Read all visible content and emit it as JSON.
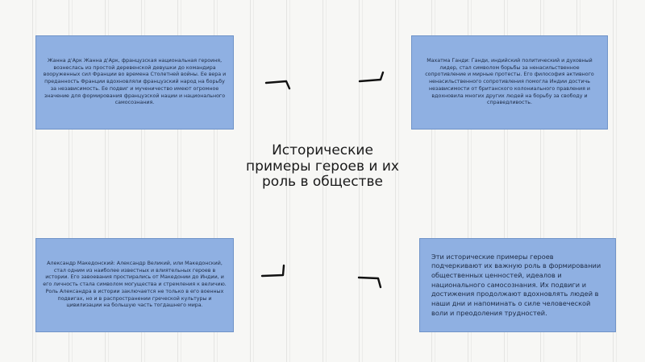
{
  "center": {
    "title": "Исторические примеры героев и их роль в обществе"
  },
  "cards": {
    "joan": {
      "text": "Жанна д'Арк Жанна д'Арк, французская национальная героиня, вознеслась из простой деревенской девушки до командира вооруженных сил Франции во времена Столетней войны. Ее вера и преданность Франции вдохновляли французский народ на борьбу за независимость. Ее подвиг и мученичество имеют огромное значение для формирования французской нации и национального самосознания."
    },
    "gandhi": {
      "text": "Махатма Ганди: Ганди, индийский политический и духовный лидер, стал символом борьбы за ненасильственное сопротивление и мирные протесты. Его философия активного ненасильственного сопротивления помогла Индии достичь независимости от британского колониального правления и вдохновила многих других людей на борьбу за свободу и справедливость."
    },
    "alexander": {
      "text": "Александр Македонский: Александр Великий, или Македонский, стал одним из наиболее известных и влиятельных героев в истории. Его завоевания простирались от Македонии до Индии, и его личность стала символом могущества и стремления к величию. Роль Александра в истории заключается не только в его военных подвигах, но и в распространении греческой культуры и цивилизации на большую часть тогдашнего мира."
    },
    "summary": {
      "text": "Эти исторические примеры героев подчеркивают их важную роль в формировании общественных ценностей, идеалов и национального самосознания. Их подвиги и достижения продолжают вдохновлять людей в наши дни и напоминать о силе человеческой воли и преодоления трудностей."
    }
  },
  "connectors": {
    "color": "#111111",
    "icon": "bent-arrow-icon"
  },
  "colors": {
    "card_fill": "#8fb0e2",
    "card_border": "#6f93c8",
    "background": "#f7f7f5"
  }
}
